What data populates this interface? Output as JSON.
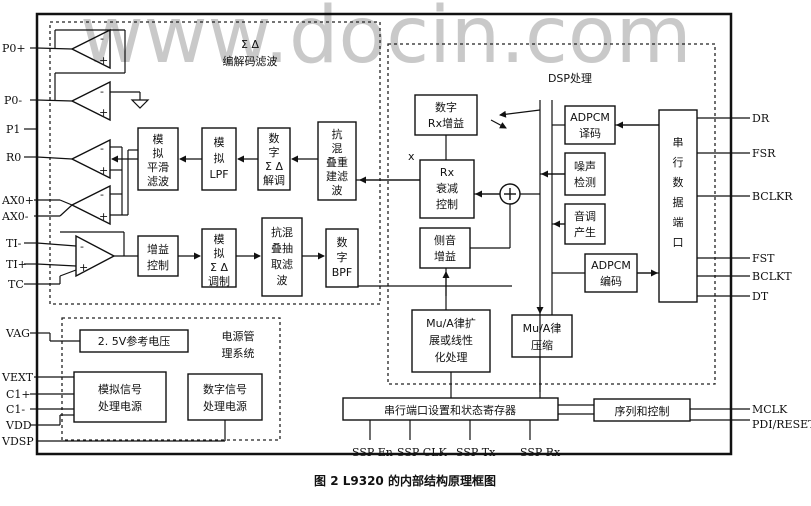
{
  "watermark": "www.docin.com",
  "caption": "图 2  L9320 的内部结构原理框图",
  "sections": {
    "codec": [
      "Σ Δ",
      "编解码滤波"
    ],
    "dsp": "DSP处理",
    "power": [
      "电源管",
      "理系统"
    ]
  },
  "left_pins": [
    "P0+",
    "P0-",
    "P1",
    "R0",
    "AX0+",
    "AX0-",
    "TI-",
    "TI+",
    "TC",
    "VAG",
    "VEXT",
    "C1+",
    "C1-",
    "VDD",
    "VDSP"
  ],
  "right_pins": [
    "DR",
    "FSR",
    "BCLKR",
    "FST",
    "BCLKT",
    "DT",
    "MCLK",
    "PDI/RESET"
  ],
  "bottom_pins": [
    "SSP En",
    "SSP CLK",
    "SSP Tx",
    "SSP Rx"
  ],
  "blocks": {
    "analog_smooth": [
      "模",
      "拟",
      "平滑",
      "滤波"
    ],
    "analog_lpf": [
      "模",
      "拟",
      "LPF"
    ],
    "digital_sd_demod": [
      "数",
      "字",
      "Σ Δ",
      "解调"
    ],
    "anti_alias_interp": [
      "抗",
      "混",
      "叠重",
      "建滤",
      "波"
    ],
    "gain_ctrl": [
      "增益",
      "控制"
    ],
    "analog_sd_mod": [
      "模",
      "拟",
      "Σ Δ",
      "调制"
    ],
    "anti_alias_decim": [
      "抗混",
      "叠抽",
      "取滤",
      "波"
    ],
    "digital_bpf": [
      "数",
      "字",
      "BPF"
    ],
    "rx_gain": [
      "数字",
      "Rx增益"
    ],
    "rx_atten": [
      "Rx",
      "衰减",
      "控制"
    ],
    "sidetone": [
      "侧音",
      "增益"
    ],
    "adpcm_dec": [
      "ADPCM",
      "译码"
    ],
    "noise_detect": [
      "噪声",
      "检测"
    ],
    "tone_gen": [
      "音调",
      "产生"
    ],
    "adpcm_enc": [
      "ADPCM",
      "编码"
    ],
    "serial_port": [
      "串",
      "行",
      "数",
      "据",
      "端",
      "口"
    ],
    "mu_a_expand": [
      "Mu/A律扩",
      "展或线性",
      "化处理"
    ],
    "mu_a_compress": [
      "Mu/A律",
      "压缩"
    ],
    "vref": "2. 5V参考电压",
    "analog_power": [
      "模拟信号",
      "处理电源"
    ],
    "digital_power": [
      "数字信号",
      "处理电源"
    ],
    "serial_ctrl_reg": "串行端口设置和状态寄存器",
    "sequence_ctrl": "序列和控制"
  },
  "label_x": "x"
}
